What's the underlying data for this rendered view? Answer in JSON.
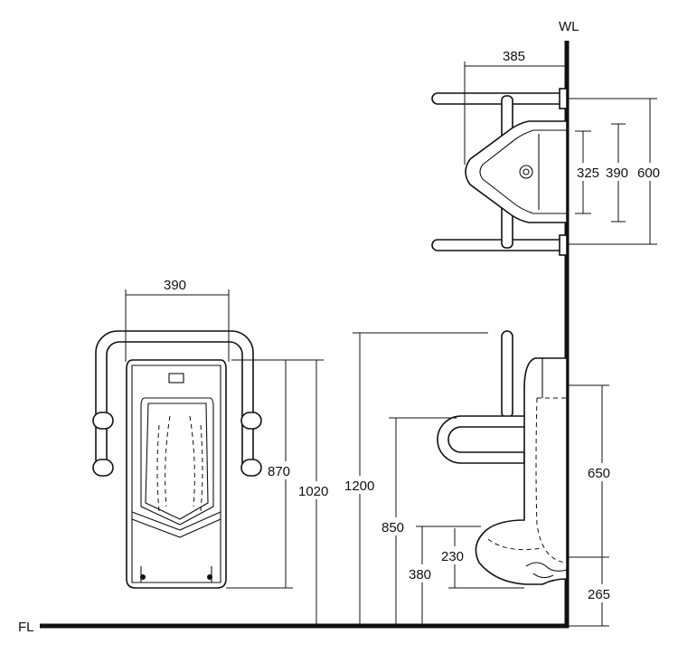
{
  "labels": {
    "wall_line": "WL",
    "floor_line": "FL"
  },
  "dimensions": {
    "plan_rail_depth": "385",
    "plan_width_inner": "325",
    "plan_width_outer": "390",
    "plan_rail_span": "600",
    "front_rail_width": "390",
    "front_lip_height": "870",
    "front_top_height": "1020",
    "side_rail_top_height": "1200",
    "side_rail_height": "850",
    "side_body_height": "650",
    "side_bowl_depth": "230",
    "side_bowl_height": "380",
    "side_outlet_height": "265"
  }
}
